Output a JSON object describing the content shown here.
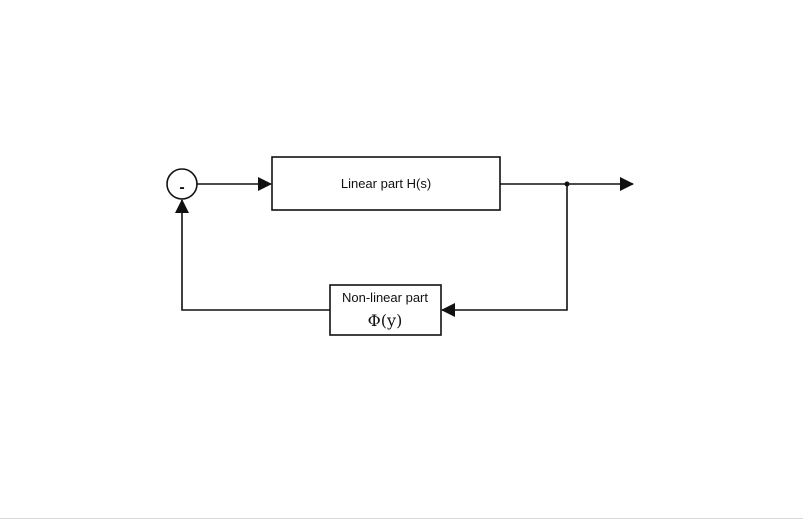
{
  "diagram": {
    "summing_junction": {
      "sign": "-"
    },
    "linear_block": {
      "label": "Linear part H(s)"
    },
    "nonlinear_block": {
      "label": "Non-linear part",
      "function": "Φ(y)"
    }
  }
}
